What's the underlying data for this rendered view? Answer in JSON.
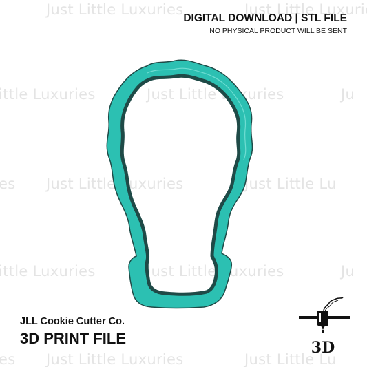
{
  "watermark": {
    "text": "Just Little Luxuries",
    "row1_a": "Just Little Luxuries",
    "row1_b": "Just Little Luxuries",
    "row2_a": "ittle Luxuries",
    "row2_b": "Just Little Luxuries",
    "row2_c": "Ju",
    "row3_a": "es",
    "row3_b": "Just Little Luxuries",
    "row3_c": "Just Little Lu",
    "row4_a": "ittle Luxuries",
    "row4_b": "Just Little Luxuries",
    "row4_c": "Ju",
    "row5_a": "es",
    "row5_b": "Just Little Luxuries",
    "row5_c": "Just Little Lu"
  },
  "header": {
    "title": "DIGITAL DOWNLOAD | STL FILE",
    "subtitle": "NO PHYSICAL PRODUCT WILL BE SENT"
  },
  "brand": {
    "name": "JLL Cookie Cutter Co.",
    "product_type": "3D PRINT FILE"
  },
  "printer_icon": {
    "label": "3D"
  },
  "colors": {
    "cutter_fill": "#2cc0b2",
    "cutter_shadow": "#1f4a47",
    "text": "#111111",
    "watermark": "#e4e4e4"
  },
  "icons": [
    "3d-printer-icon",
    "cookie-cutter-outline"
  ]
}
